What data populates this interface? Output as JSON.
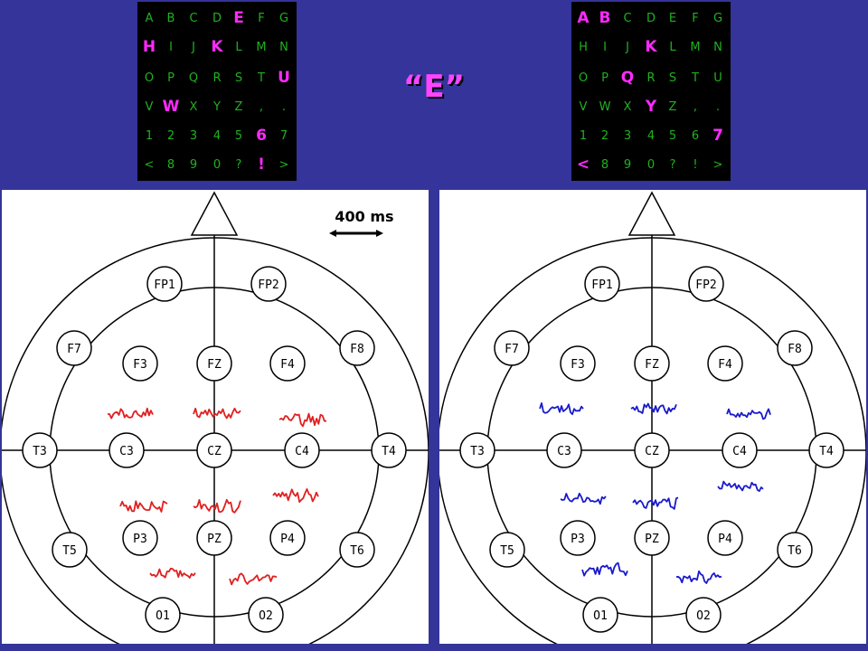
{
  "target": {
    "label": "“E”"
  },
  "matrix": {
    "rows": [
      [
        "A",
        "B",
        "C",
        "D",
        "E",
        "F",
        "G"
      ],
      [
        "H",
        "I",
        "J",
        "K",
        "L",
        "M",
        "N"
      ],
      [
        "O",
        "P",
        "Q",
        "R",
        "S",
        "T",
        "U"
      ],
      [
        "V",
        "W",
        "X",
        "Y",
        "Z",
        ",",
        "."
      ],
      [
        "1",
        "2",
        "3",
        "4",
        "5",
        "6",
        "7"
      ],
      [
        "<",
        "8",
        "9",
        "0",
        "?",
        "!",
        ">"
      ]
    ],
    "left_highlights": [
      "E",
      "H",
      "K",
      "U",
      "W",
      "6",
      "!"
    ],
    "right_highlights": [
      "A",
      "B",
      "K",
      "Q",
      "Y",
      "7",
      "<"
    ]
  },
  "colors": {
    "background": "#34349a",
    "matrix_text": "#1fb21f",
    "highlight": "#ff2aff",
    "left_trace": "#e02020",
    "right_trace": "#1a1acc"
  },
  "scale_bar": {
    "label": "400 ms"
  },
  "electrodes": [
    "FP1",
    "FP2",
    "F7",
    "F3",
    "FZ",
    "F4",
    "F8",
    "T3",
    "C3",
    "CZ",
    "C4",
    "T4",
    "T5",
    "P3",
    "PZ",
    "P4",
    "T6",
    "O1",
    "O2"
  ]
}
